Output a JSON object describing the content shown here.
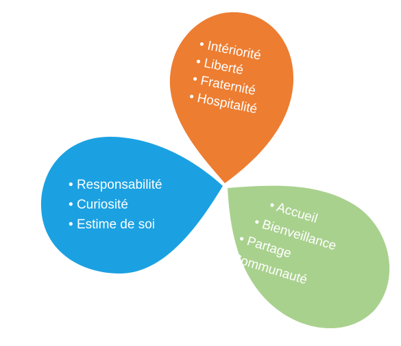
{
  "petals": [
    {
      "id": "orange",
      "color": "#ED7D31",
      "items": [
        "Intériorité",
        "Liberté",
        "Fraternité",
        "Hospitalité"
      ]
    },
    {
      "id": "blue",
      "color": "#1BA1E2",
      "items": [
        "Responsabilité",
        "Curiosité",
        "Estime de soi"
      ]
    },
    {
      "id": "green",
      "color": "#A9D18E",
      "items": [
        "Accueil",
        "Bienveillance",
        "Partage",
        "Communauté"
      ]
    }
  ]
}
